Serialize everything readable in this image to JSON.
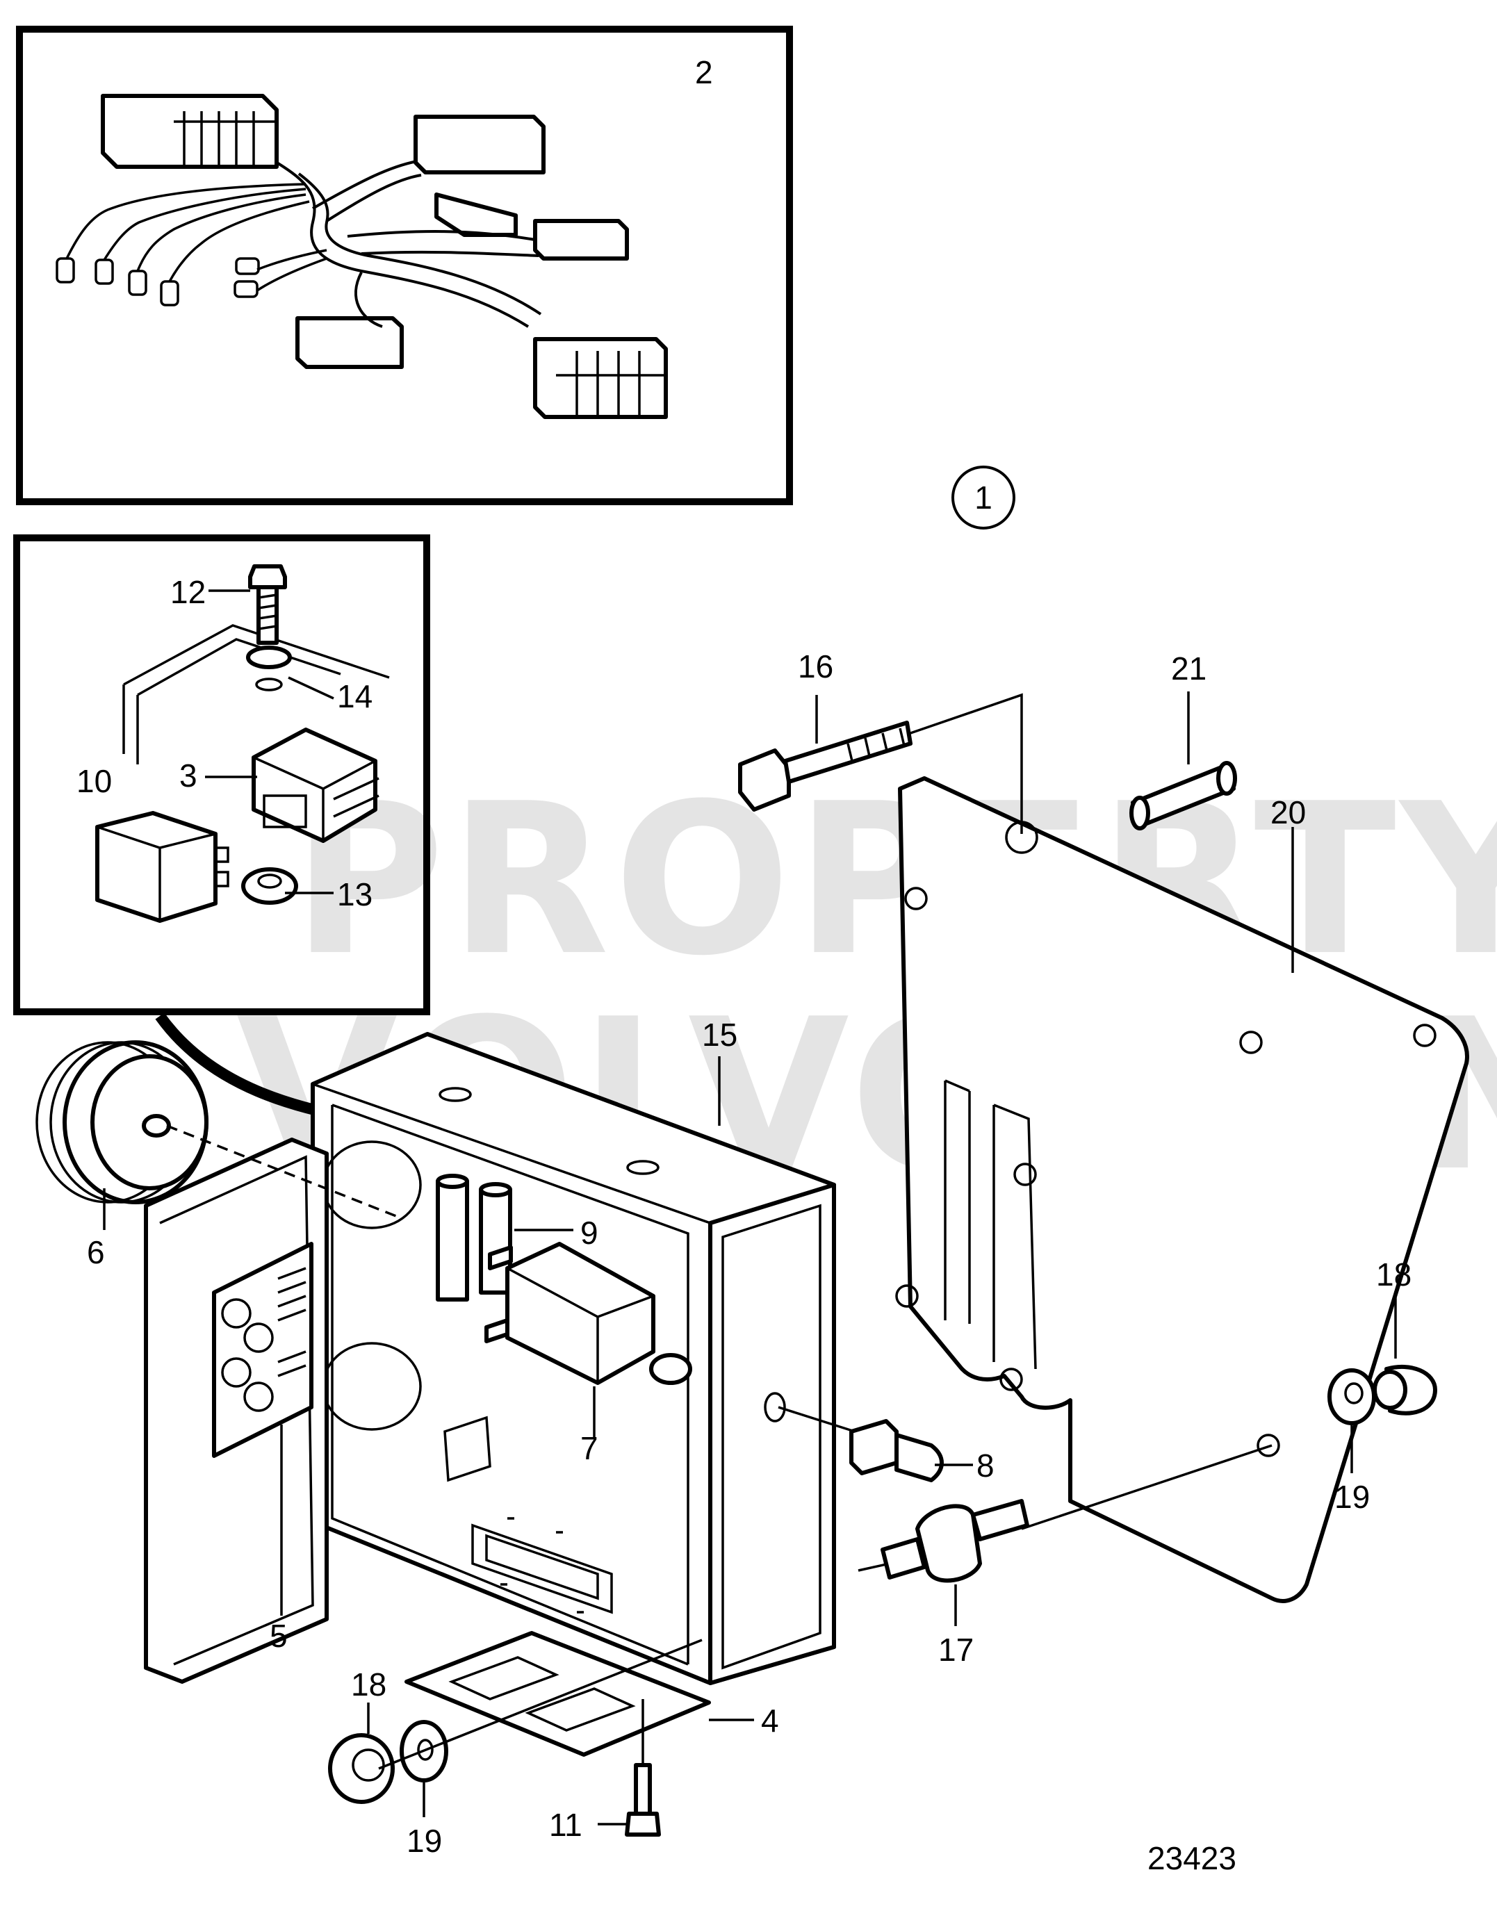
{
  "watermark": {
    "line1": "PROPERTY OF",
    "line2": "VOLVO PENTA"
  },
  "reference_number": "23423",
  "circled_label": "1",
  "callouts": {
    "c2": "2",
    "c3": "3",
    "c4": "4",
    "c5": "5",
    "c6": "6",
    "c7": "7",
    "c8": "8",
    "c9": "9",
    "c10": "10",
    "c11": "11",
    "c12": "12",
    "c13": "13",
    "c14": "14",
    "c15": "15",
    "c16": "16",
    "c17": "17",
    "c18a": "18",
    "c18b": "18",
    "c19a": "19",
    "c19b": "19",
    "c20": "20",
    "c21": "21"
  }
}
